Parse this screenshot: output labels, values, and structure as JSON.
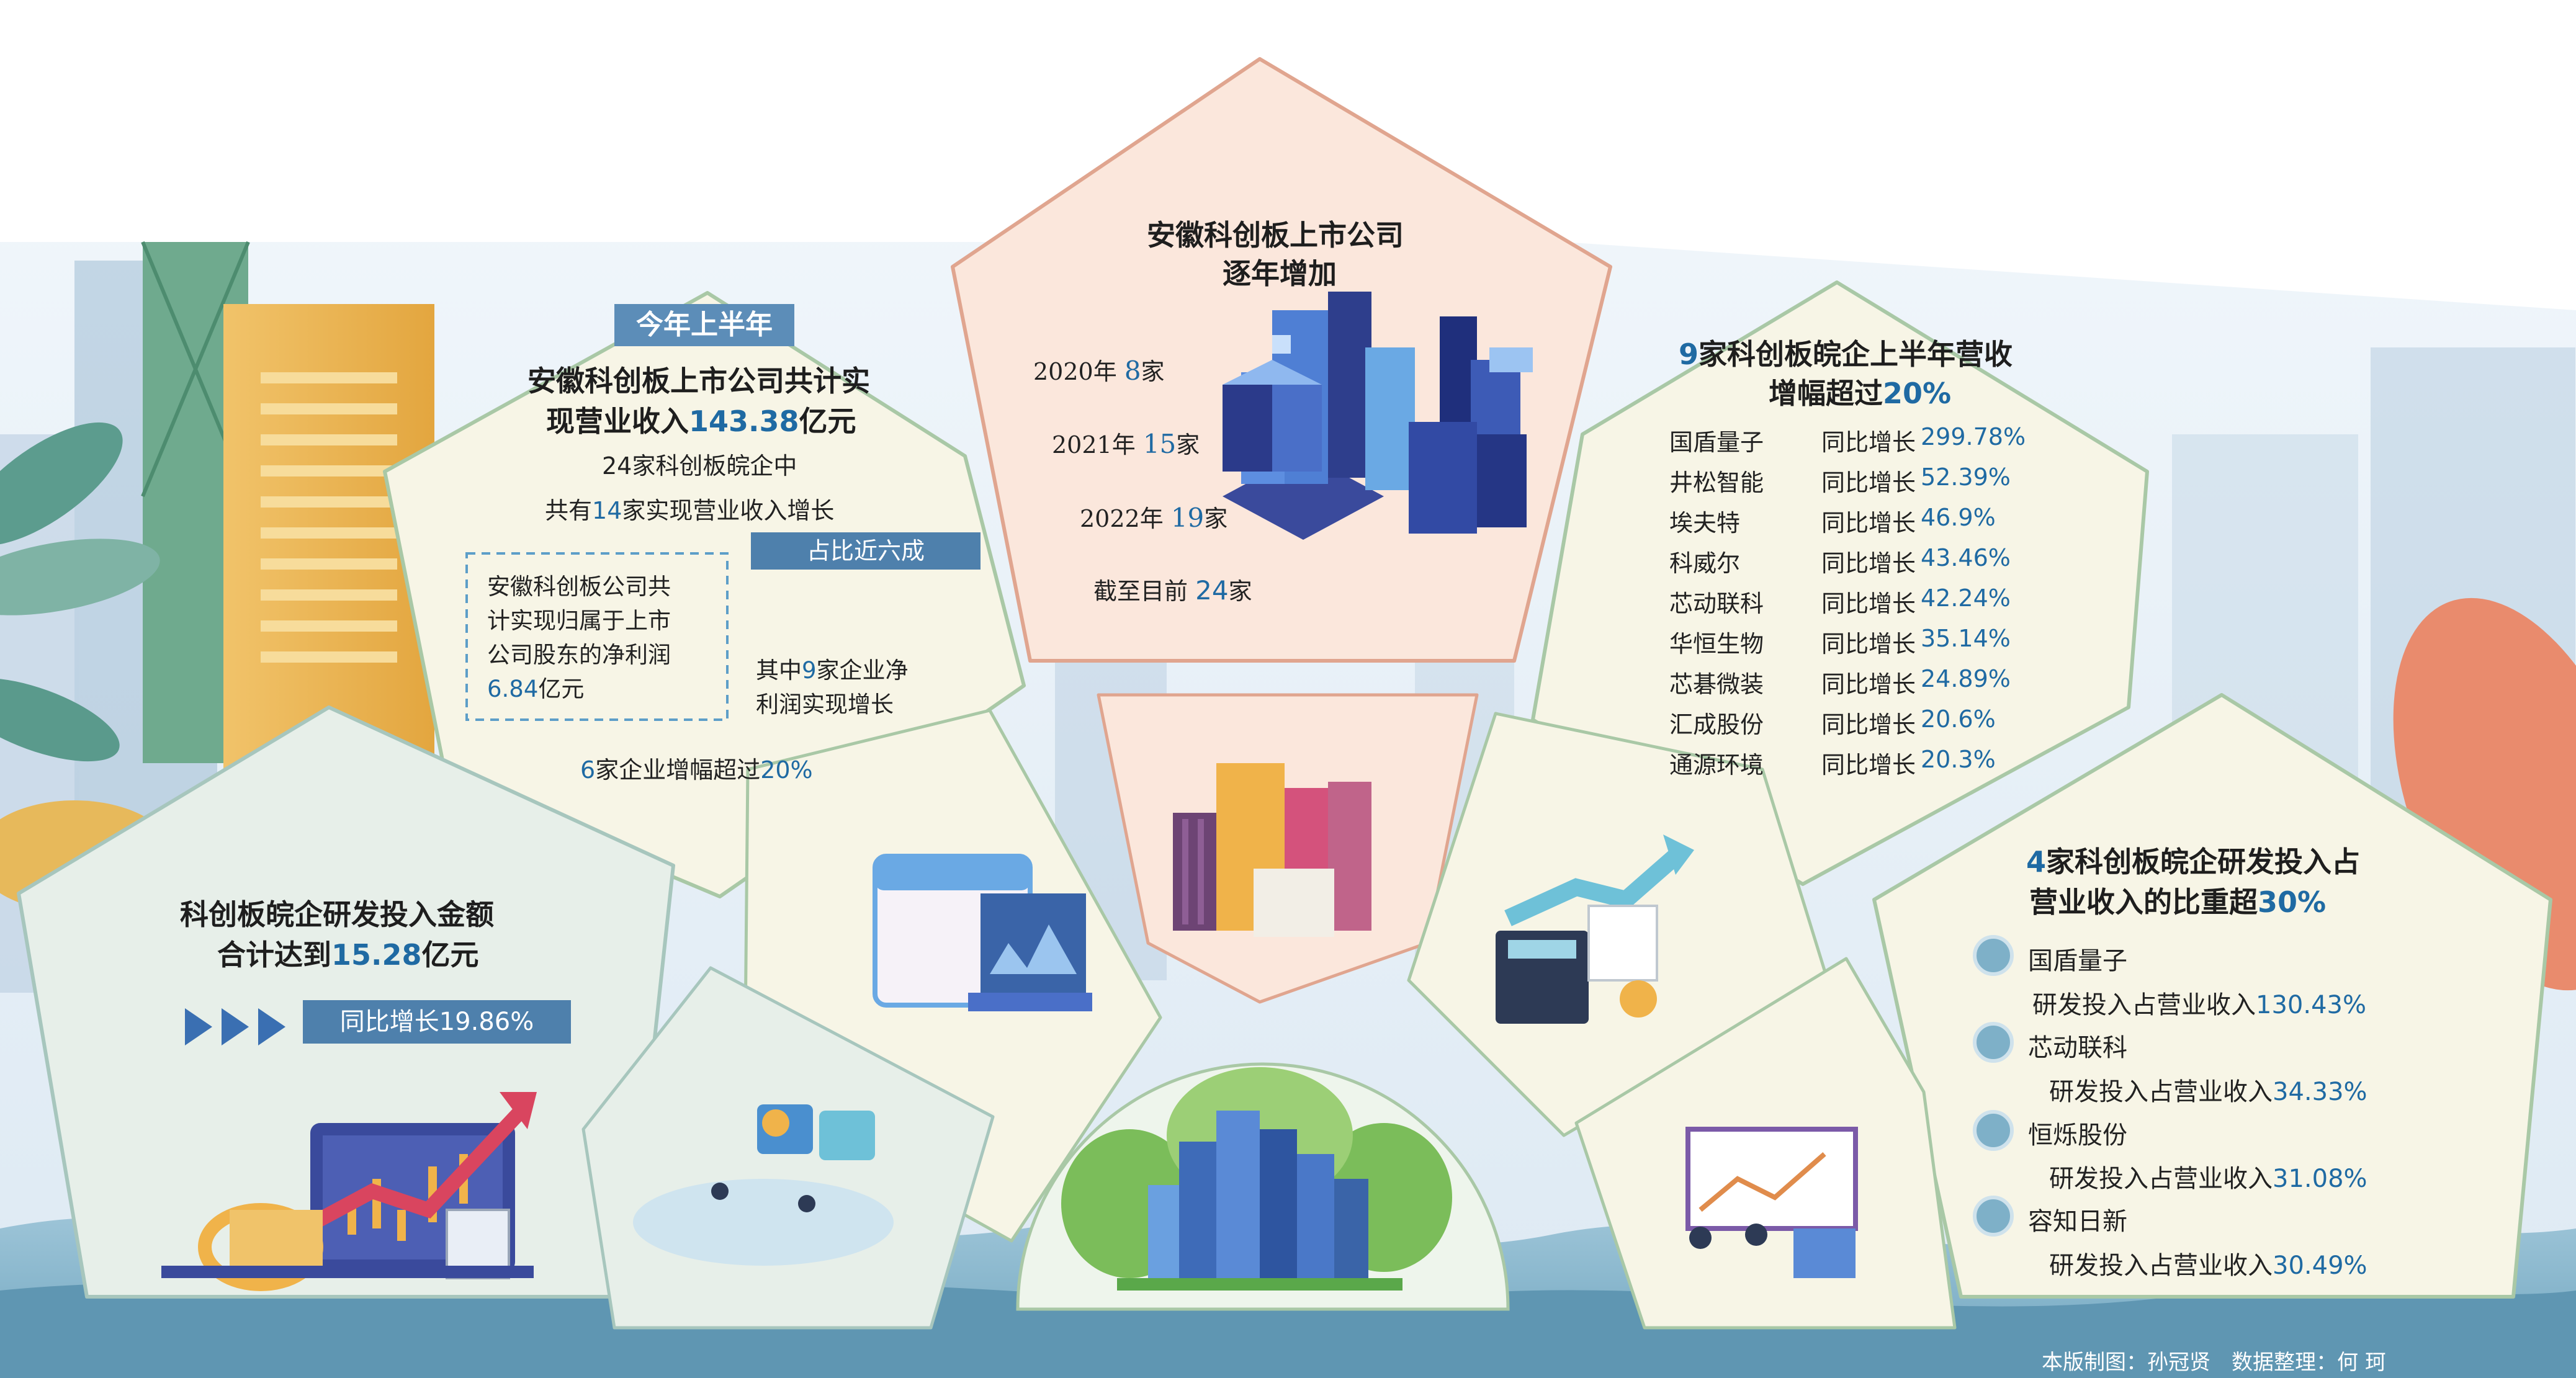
{
  "panel_top_left": {
    "tag": "今年上半年",
    "title_line1": "安徽科创板上市公司共计实",
    "title_line2_pre": "现营业收入",
    "title_line2_num": "143.38",
    "title_line2_post": "亿元",
    "line3": "24家科创板皖企中",
    "line4_pre": "共有",
    "line4_num": "14",
    "line4_post": "家实现营业收入增长",
    "tag2": "占比近六成",
    "box_line1": "安徽科创板公司共",
    "box_line2": "计实现归属于上市",
    "box_line3": "公司股东的净利润",
    "box_line4_num": "6.84",
    "box_line4_post": "亿元",
    "side_line1_pre": "其中",
    "side_line1_num": "9",
    "side_line1_post": "家企业净",
    "side_line2": "利润实现增长",
    "bottom_num": "6",
    "bottom_mid": "家企业增幅超过",
    "bottom_pct": "20%"
  },
  "panel_top_center": {
    "title_line1": "安徽科创板上市公司",
    "title_line2": "逐年增加",
    "years": [
      {
        "label": "2020年",
        "num": "8",
        "unit": "家"
      },
      {
        "label": "2021年",
        "num": "15",
        "unit": "家"
      },
      {
        "label": "2022年",
        "num": "19",
        "unit": "家"
      },
      {
        "label": "截至目前",
        "num": "24",
        "unit": "家"
      }
    ]
  },
  "panel_top_right": {
    "title_line1_num": "9",
    "title_line1_post": "家科创板皖企上半年营收",
    "title_line2_pre": "增幅超过",
    "title_line2_pct": "20%",
    "rows": [
      {
        "name": "国盾量子",
        "label": "同比增长",
        "value": "299.78%"
      },
      {
        "name": "井松智能",
        "label": "同比增长",
        "value": "52.39%"
      },
      {
        "name": "埃夫特",
        "label": "同比增长",
        "value": "46.9%"
      },
      {
        "name": "科威尔",
        "label": "同比增长",
        "value": "43.46%"
      },
      {
        "name": "芯动联科",
        "label": "同比增长",
        "value": "42.24%"
      },
      {
        "name": "华恒生物",
        "label": "同比增长",
        "value": "35.14%"
      },
      {
        "name": "芯碁微装",
        "label": "同比增长",
        "value": "24.89%"
      },
      {
        "name": "汇成股份",
        "label": "同比增长",
        "value": "20.6%"
      },
      {
        "name": "通源环境",
        "label": "同比增长",
        "value": "20.3%"
      }
    ]
  },
  "panel_bottom_left": {
    "title_line1": "科创板皖企研发投入金额",
    "title_line2_pre": "合计达到",
    "title_line2_num": "15.28",
    "title_line2_post": "亿元",
    "tag": "同比增长19.86%"
  },
  "panel_bottom_right": {
    "title_line1_num": "4",
    "title_line1_post": "家科创板皖企研发投入占",
    "title_line2_pre": "营业收入的比重超",
    "title_line2_pct": "30%",
    "items": [
      {
        "name": "国盾量子",
        "label": "研发投入占营业收入",
        "value": "130.43%"
      },
      {
        "name": "芯动联科",
        "label": "研发投入占营业收入",
        "value": "34.33%"
      },
      {
        "name": "恒烁股份",
        "label": "研发投入占营业收入",
        "value": "31.08%"
      },
      {
        "name": "容知日新",
        "label": "研发投入占营业收入",
        "value": "30.49%"
      }
    ]
  },
  "footer": {
    "credit": "本版制图：孙冠贤　数据整理：何  珂"
  },
  "colors": {
    "accent_blue": "#1f6aa3",
    "tag_blue": "#4e80ac",
    "panel_cream": "#f7f4e4",
    "panel_pink": "#fbe8df",
    "panel_mint": "#e6efe9"
  }
}
